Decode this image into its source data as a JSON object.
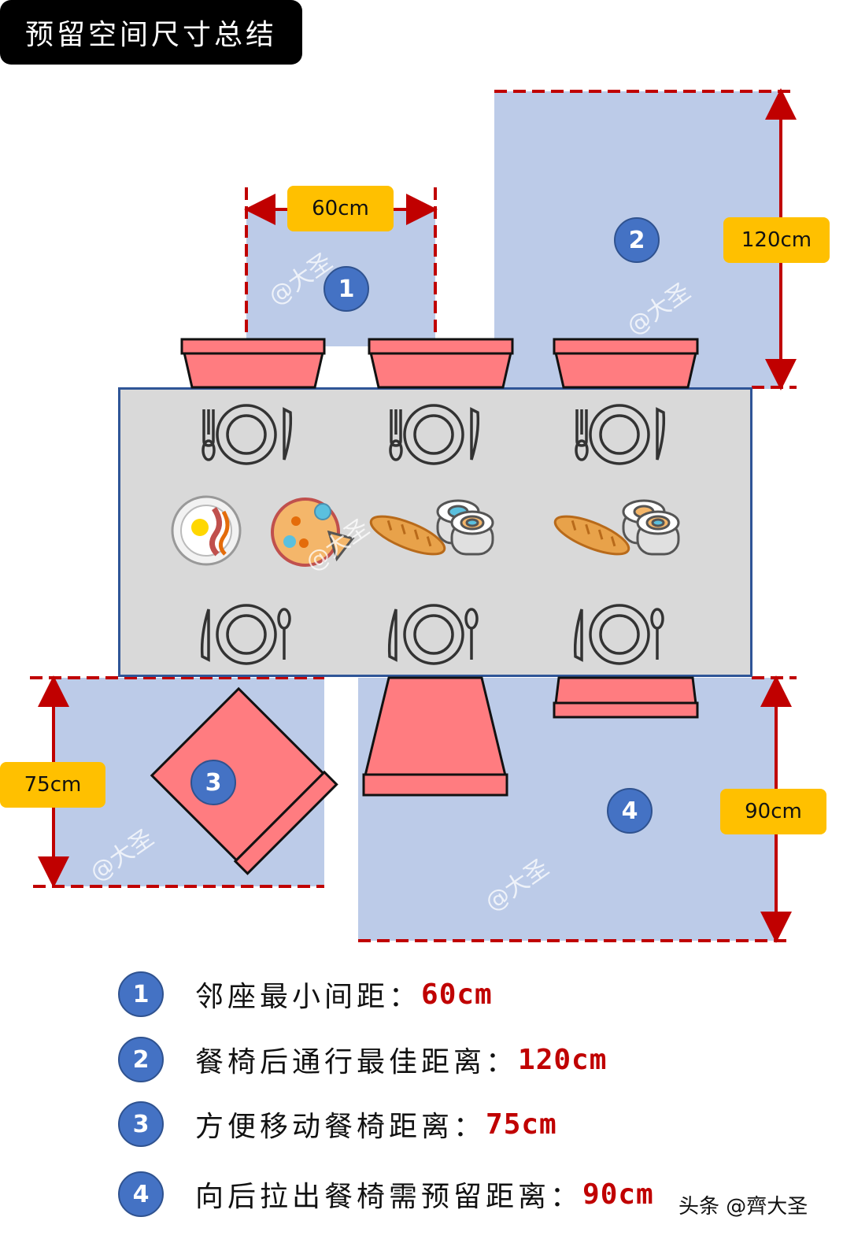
{
  "title": "预留空间尺寸总结",
  "zones": [
    {
      "num": "1",
      "dim": "60cm"
    },
    {
      "num": "2",
      "dim": "120cm"
    },
    {
      "num": "3",
      "dim": "75cm"
    },
    {
      "num": "4",
      "dim": "90cm"
    }
  ],
  "watermark": "@大圣",
  "legend": [
    {
      "num": "1",
      "text": "邻座最小间距：",
      "value": "60cm"
    },
    {
      "num": "2",
      "text": "餐椅后通行最佳距离：",
      "value": "120cm"
    },
    {
      "num": "3",
      "text": "方便移动餐椅距离：",
      "value": "75cm"
    },
    {
      "num": "4",
      "text": "向后拉出餐椅需预留距离：",
      "value": "90cm"
    }
  ],
  "credit": "头条 @齊大圣",
  "colors": {
    "zone": "#bccbe8",
    "chair": "#ff7c80",
    "table": "#d9d9d9",
    "table_border": "#2f5597",
    "dim_line": "#c00000",
    "label_bg": "#ffc000",
    "circle": "#4472c4",
    "value_text": "#c00000"
  },
  "icons": [
    "place-setting-icon",
    "fried-egg-bacon-icon",
    "pizza-icon",
    "baguette-icon",
    "sushi-roll-icon"
  ]
}
